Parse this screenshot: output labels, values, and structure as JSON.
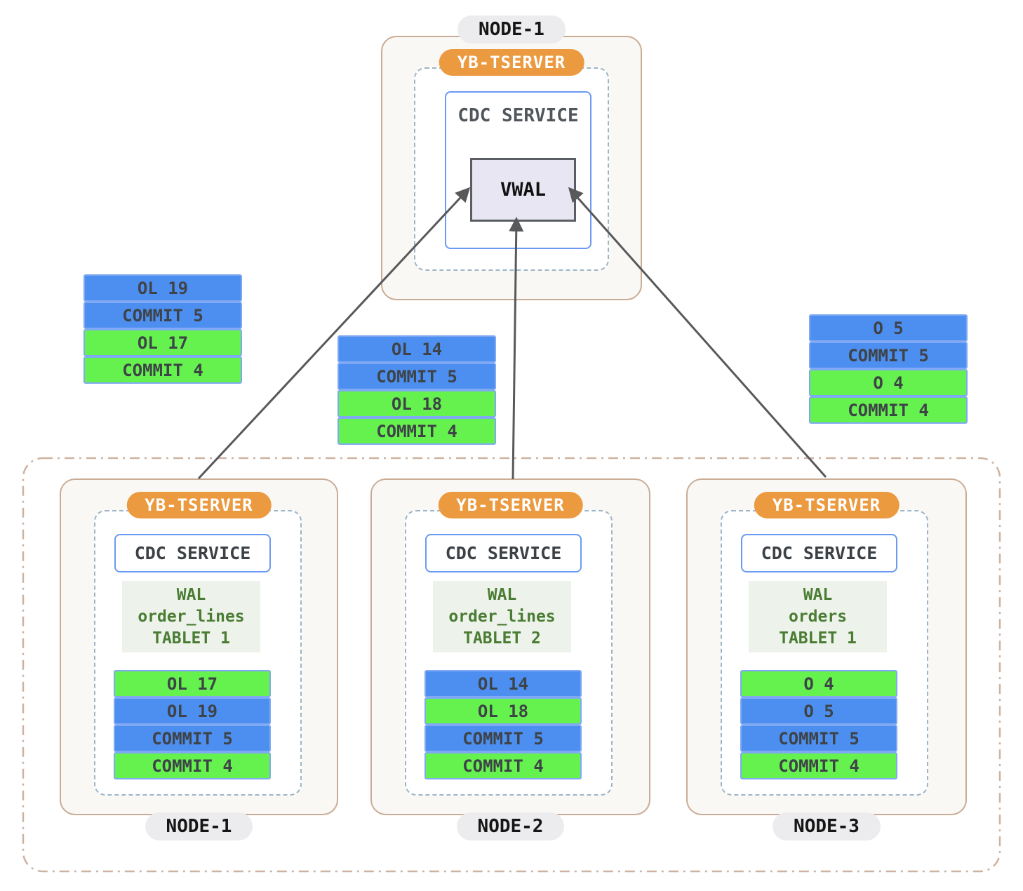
{
  "top_node": {
    "label": "NODE-1",
    "tserver_label": "YB-TSERVER",
    "cdc_label": "CDC SERVICE",
    "vwal_label": "VWAL"
  },
  "wal_stacks": {
    "left": {
      "rows": [
        {
          "text": "OL 19",
          "color": "blue"
        },
        {
          "text": "COMMIT 5",
          "color": "blue"
        },
        {
          "text": "OL 17",
          "color": "green"
        },
        {
          "text": "COMMIT 4",
          "color": "green"
        }
      ]
    },
    "middle": {
      "rows": [
        {
          "text": "OL 14",
          "color": "blue"
        },
        {
          "text": "COMMIT 5",
          "color": "blue"
        },
        {
          "text": "OL 18",
          "color": "green"
        },
        {
          "text": "COMMIT 4",
          "color": "green"
        }
      ]
    },
    "right": {
      "rows": [
        {
          "text": "O 5",
          "color": "blue"
        },
        {
          "text": "COMMIT 5",
          "color": "blue"
        },
        {
          "text": "O 4",
          "color": "green"
        },
        {
          "text": "COMMIT 4",
          "color": "green"
        }
      ]
    }
  },
  "bottom_nodes": [
    {
      "label": "NODE-1",
      "tserver_label": "YB-TSERVER",
      "cdc_label": "CDC SERVICE",
      "wal": [
        "WAL",
        "order_lines",
        "TABLET 1"
      ],
      "rows": [
        {
          "text": "OL 17",
          "color": "green"
        },
        {
          "text": "OL 19",
          "color": "blue"
        },
        {
          "text": "COMMIT 5",
          "color": "blue"
        },
        {
          "text": "COMMIT 4",
          "color": "green"
        }
      ]
    },
    {
      "label": "NODE-2",
      "tserver_label": "YB-TSERVER",
      "cdc_label": "CDC SERVICE",
      "wal": [
        "WAL",
        "order_lines",
        "TABLET 2"
      ],
      "rows": [
        {
          "text": "OL 14",
          "color": "blue"
        },
        {
          "text": "OL 18",
          "color": "green"
        },
        {
          "text": "COMMIT 5",
          "color": "blue"
        },
        {
          "text": "COMMIT 4",
          "color": "green"
        }
      ]
    },
    {
      "label": "NODE-3",
      "tserver_label": "YB-TSERVER",
      "cdc_label": "CDC SERVICE",
      "wal": [
        "WAL",
        "orders",
        "TABLET 1"
      ],
      "rows": [
        {
          "text": "O 4",
          "color": "green"
        },
        {
          "text": "O 5",
          "color": "blue"
        },
        {
          "text": "COMMIT 5",
          "color": "blue"
        },
        {
          "text": "COMMIT 4",
          "color": "green"
        }
      ]
    }
  ],
  "colors": {
    "uncommitted_blue": "#4d8ff0",
    "committed_green": "#66f24e",
    "tserver_orange": "#eb9a40",
    "node_border_tan": "#c9ac95",
    "arrow_gray": "#58595b"
  }
}
